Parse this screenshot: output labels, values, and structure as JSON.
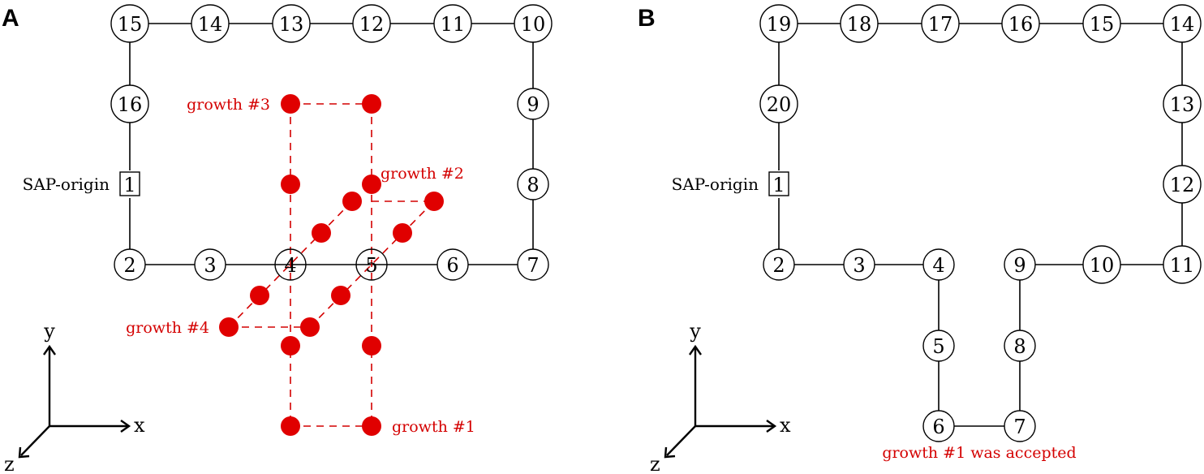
{
  "panel_a": {
    "letter": "A",
    "origin_label": "SAP-origin",
    "origin_node": "1",
    "nodes": [
      "2",
      "3",
      "4",
      "5",
      "6",
      "7",
      "8",
      "9",
      "10",
      "11",
      "12",
      "13",
      "14",
      "15",
      "16"
    ],
    "growth_labels": [
      "growth #1",
      "growth #2",
      "growth #3",
      "growth #4"
    ]
  },
  "panel_b": {
    "letter": "B",
    "origin_label": "SAP-origin",
    "origin_node": "1",
    "nodes": [
      "2",
      "3",
      "4",
      "5",
      "6",
      "7",
      "8",
      "9",
      "10",
      "11",
      "12",
      "13",
      "14",
      "15",
      "16",
      "17",
      "18",
      "19",
      "20"
    ],
    "caption": "growth #1 was accepted"
  },
  "axes": {
    "x": "x",
    "y": "y",
    "z": "z"
  },
  "colors": {
    "growth": "#e00000",
    "line": "#000000"
  }
}
